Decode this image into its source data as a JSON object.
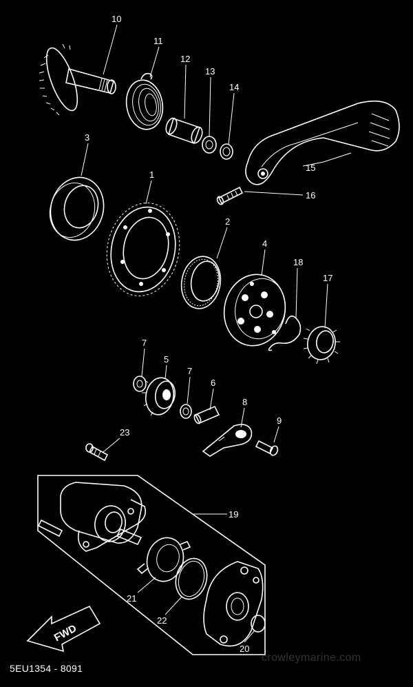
{
  "diagram": {
    "callouts": [
      {
        "id": "c10",
        "label": "10"
      },
      {
        "id": "c11",
        "label": "11"
      },
      {
        "id": "c12",
        "label": "12"
      },
      {
        "id": "c13",
        "label": "13"
      },
      {
        "id": "c14",
        "label": "14"
      },
      {
        "id": "c3",
        "label": "3"
      },
      {
        "id": "c1",
        "label": "1"
      },
      {
        "id": "c15",
        "label": "15"
      },
      {
        "id": "c16",
        "label": "16"
      },
      {
        "id": "c2",
        "label": "2"
      },
      {
        "id": "c4",
        "label": "4"
      },
      {
        "id": "c18",
        "label": "18"
      },
      {
        "id": "c17",
        "label": "17"
      },
      {
        "id": "c7a",
        "label": "7"
      },
      {
        "id": "c5",
        "label": "5"
      },
      {
        "id": "c7b",
        "label": "7"
      },
      {
        "id": "c6",
        "label": "6"
      },
      {
        "id": "c8",
        "label": "8"
      },
      {
        "id": "c9",
        "label": "9"
      },
      {
        "id": "c23",
        "label": "23"
      },
      {
        "id": "c19",
        "label": "19"
      },
      {
        "id": "c21",
        "label": "21"
      },
      {
        "id": "c22",
        "label": "22"
      },
      {
        "id": "c20",
        "label": "20"
      }
    ],
    "direction_label": "FWD",
    "drawing_code": "5EU1354 - 8091",
    "watermark": "crowleymarine.com"
  },
  "colors": {
    "background": "#000000",
    "line": "#ffffff",
    "watermark": "#333333"
  }
}
